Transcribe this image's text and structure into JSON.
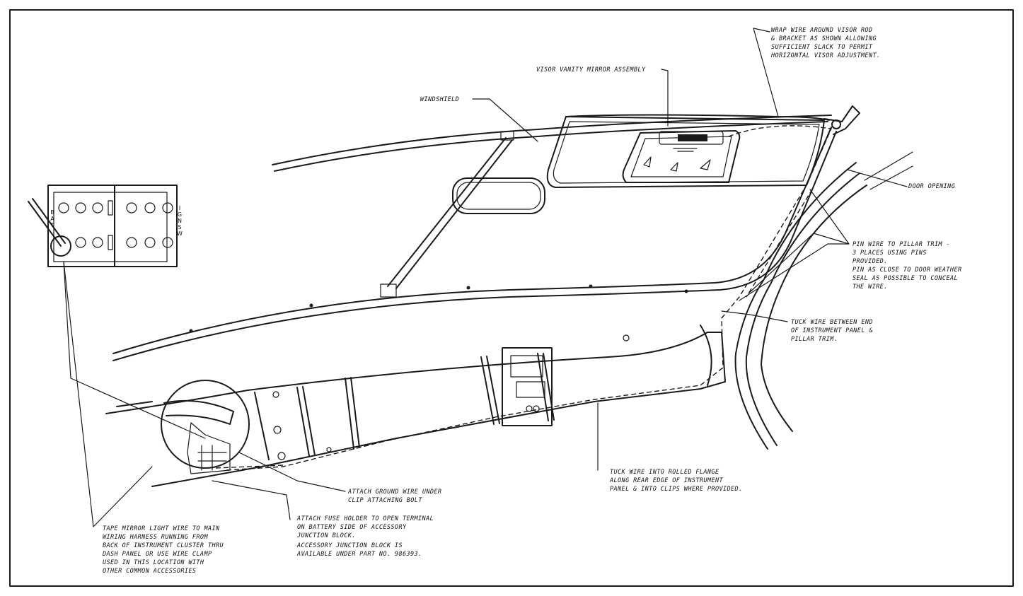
{
  "labels": {
    "wrap_wire": [
      "WRAP WIRE AROUND VISOR ROD",
      "& BRACKET AS SHOWN ALLOWING",
      "SUFFICIENT SLACK TO PERMIT",
      "HORIZONTAL VISOR ADJUSTMENT."
    ],
    "visor_mirror": "VISOR VANITY MIRROR ASSEMBLY",
    "windshield": "WINDSHIELD",
    "door_opening": "DOOR OPENING",
    "pin_wire": [
      "PIN WIRE TO PILLAR TRIM -",
      "3 PLACES USING PINS",
      "PROVIDED.",
      "PIN AS CLOSE TO DOOR WEATHER",
      "SEAL AS POSSIBLE TO CONCEAL",
      "THE WIRE."
    ],
    "tuck_pillar": [
      "TUCK WIRE BETWEEN END",
      "OF INSTRUMENT PANEL &",
      "PILLAR TRIM."
    ],
    "tuck_flange": [
      "TUCK WIRE INTO ROLLED FLANGE",
      "ALONG REAR EDGE OF INSTRUMENT",
      "PANEL & INTO CLIPS WHERE PROVIDED."
    ],
    "ground_wire": [
      "ATTACH GROUND WIRE UNDER",
      "CLIP ATTACHING BOLT"
    ],
    "fuse_holder": [
      "ATTACH FUSE HOLDER TO OPEN TERMINAL",
      "ON BATTERY SIDE OF ACCESSORY",
      "JUNCTION BLOCK."
    ],
    "junction_block": [
      "ACCESSORY JUNCTION BLOCK IS",
      "AVAILABLE UNDER PART NO. 986393."
    ],
    "tape_wire": [
      "TAPE MIRROR LIGHT WIRE TO MAIN",
      "WIRING HARNESS RUNNING FROM",
      "BACK OF INSTRUMENT CLUSTER THRU",
      "DASH PANEL OR USE WIRE CLAMP",
      "USED IN THIS LOCATION WITH",
      "OTHER COMMON ACCESSORIES"
    ]
  },
  "block_side_labels": {
    "left": [
      "B",
      "A",
      "T"
    ],
    "right": [
      "I",
      "G",
      "N",
      "",
      "S",
      "W"
    ]
  }
}
